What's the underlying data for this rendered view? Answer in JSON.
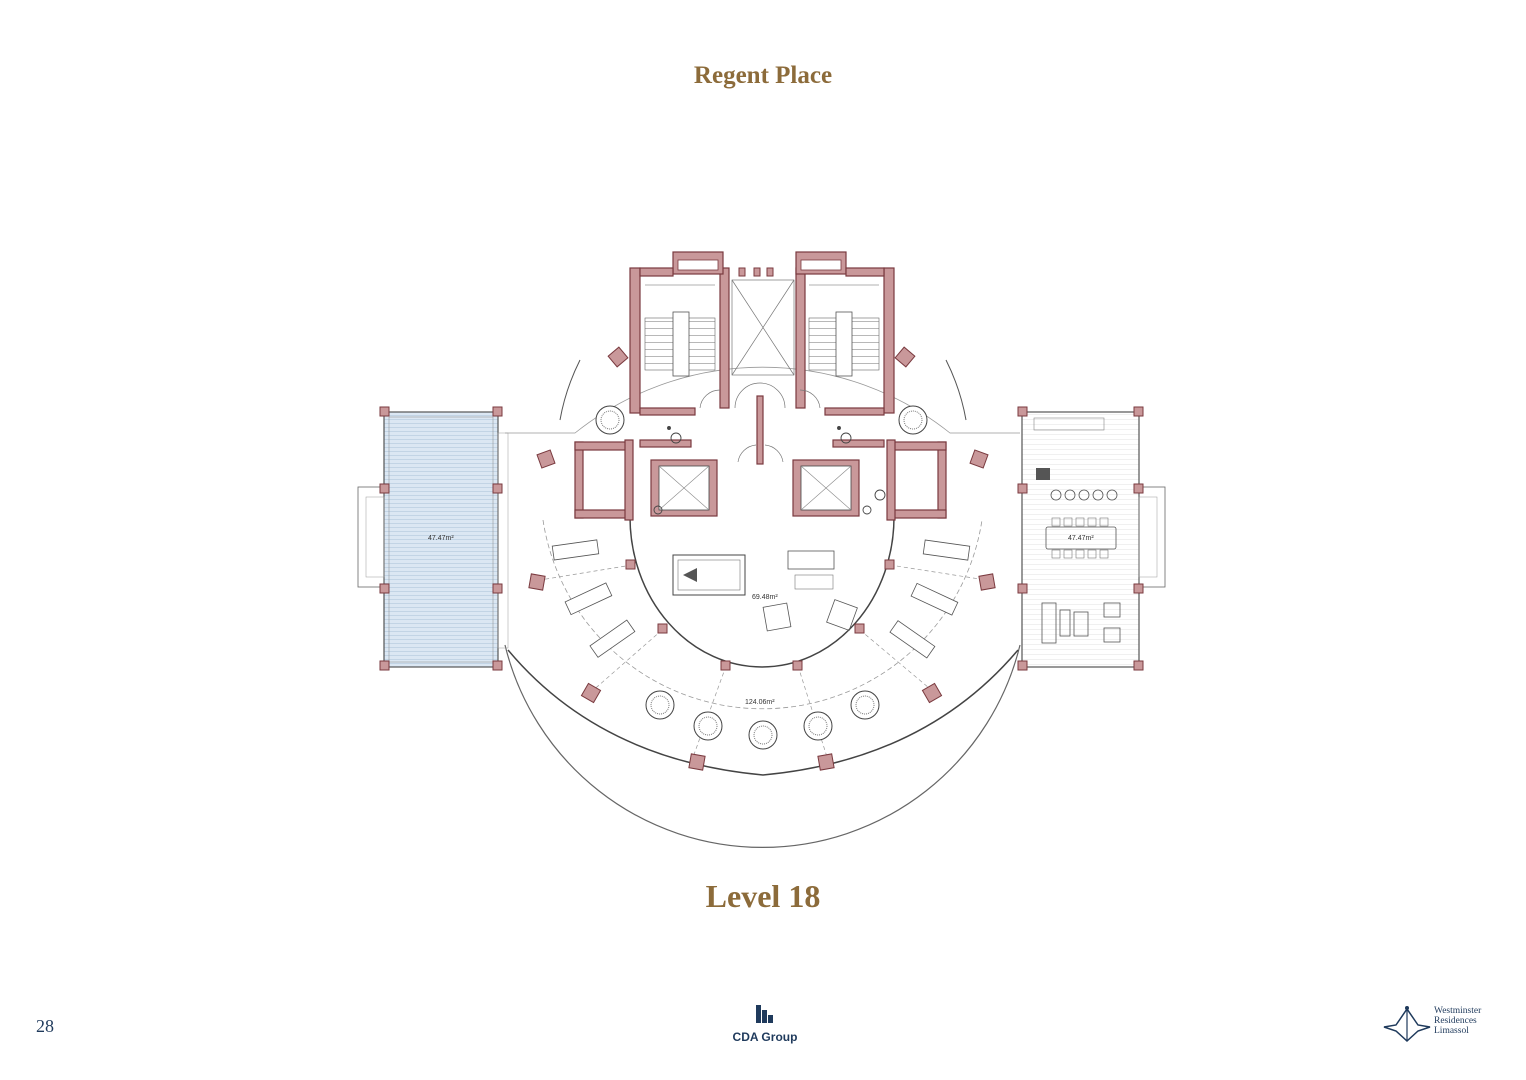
{
  "header": {
    "title": "Regent Place"
  },
  "plan": {
    "level_label": "Level 18",
    "areas": {
      "pool": "47.47m²",
      "terrace_right": "47.47m²",
      "lounge": "69.48m²",
      "outer_deck": "124.06m²"
    }
  },
  "footer": {
    "page_number": "28",
    "cda_logo_text": "CDA Group",
    "wm_line1": "Westminster",
    "wm_line2": "Residences",
    "wm_line3": "Limassol"
  },
  "colors": {
    "title": "#8c6b3a",
    "wall_fill": "#c9989a",
    "wall_stroke": "#7a3a3f",
    "pool_fill": "#d9e6f2",
    "brand_blue": "#1f3a5c"
  }
}
